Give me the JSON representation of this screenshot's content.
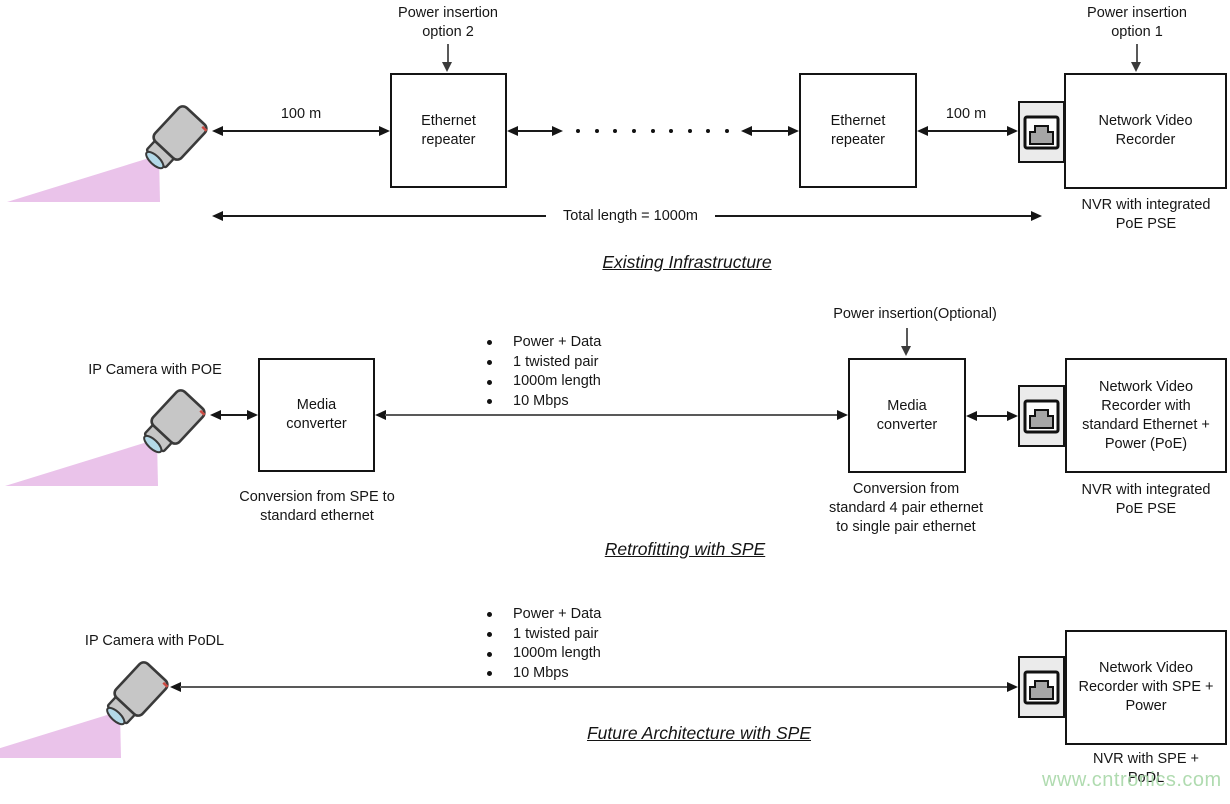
{
  "existing": {
    "title": "Existing Infrastructure",
    "power_option2": "Power insertion\noption 2",
    "power_option1": "Power insertion\noption 1",
    "distance_left": "100 m",
    "distance_right": "100 m",
    "repeater1": "Ethernet\nrepeater",
    "repeater2": "Ethernet\nrepeater",
    "nvr": "Network Video\nRecorder",
    "total_length": "Total length = 1000m",
    "nvr_caption": "NVR with integrated\nPoE PSE"
  },
  "retrofit": {
    "title": "Retrofitting with SPE",
    "camera_label": "IP Camera with POE",
    "converter1": "Media\nconverter",
    "converter2": "Media\nconverter",
    "power_optional": "Power insertion(Optional)",
    "bullets": [
      "Power + Data",
      "1 twisted pair",
      "1000m length",
      "10 Mbps"
    ],
    "converter1_caption": "Conversion from SPE to\nstandard ethernet",
    "converter2_caption": "Conversion from\nstandard 4 pair ethernet\nto single pair ethernet",
    "nvr": "Network Video\nRecorder with\nstandard Ethernet +\nPower (PoE)",
    "nvr_caption": "NVR with integrated\nPoE PSE"
  },
  "future": {
    "title": "Future Architecture with SPE",
    "camera_label": "IP Camera with PoDL",
    "bullets": [
      "Power + Data",
      "1 twisted pair",
      "1000m length",
      "10 Mbps"
    ],
    "nvr": "Network Video\nRecorder with SPE +\nPower",
    "nvr_caption": "NVR with SPE +\nPoDL"
  },
  "watermark": {
    "text": "www.cntronics.com",
    "color": "#a8d8a8"
  },
  "colors": {
    "line": "#1a1a1a",
    "long_line": "#595959",
    "camera_body": "#c6c6c6",
    "camera_cone": "#eac3ea",
    "camera_lens": "#b3d9e8",
    "connector_bg": "#ebebeb",
    "connector_plug": "#a6a6a6"
  }
}
